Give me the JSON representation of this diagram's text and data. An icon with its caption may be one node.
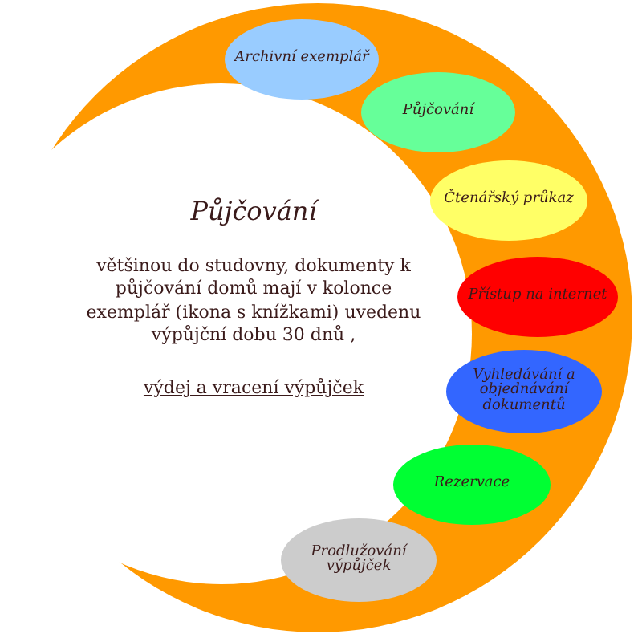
{
  "diagram": {
    "nodes": [
      {
        "text": [
          "Půjčování",
          "většinou do studovny, dokumenty k půjčování domů mají v kolonce exemplář (ikona s knížkami) uvedenu výpůjční dobu 30 dnů ,",
          "výdej a vracení výpůjček"
        ]
      },
      {
        "text": [
          "Archivní exemplář"
        ]
      },
      {
        "text": [
          "Půjčování"
        ]
      },
      {
        "text": [
          "Čtenářský průkaz"
        ]
      },
      {
        "text": [
          "Přístup na internet"
        ]
      },
      {
        "text": [
          "Vyhledávání a objednávání dokumentů"
        ]
      },
      {
        "text": [
          "Rezervace"
        ]
      },
      {
        "text": [
          "Prodlužování výpůjček"
        ]
      }
    ],
    "edges": []
  }
}
